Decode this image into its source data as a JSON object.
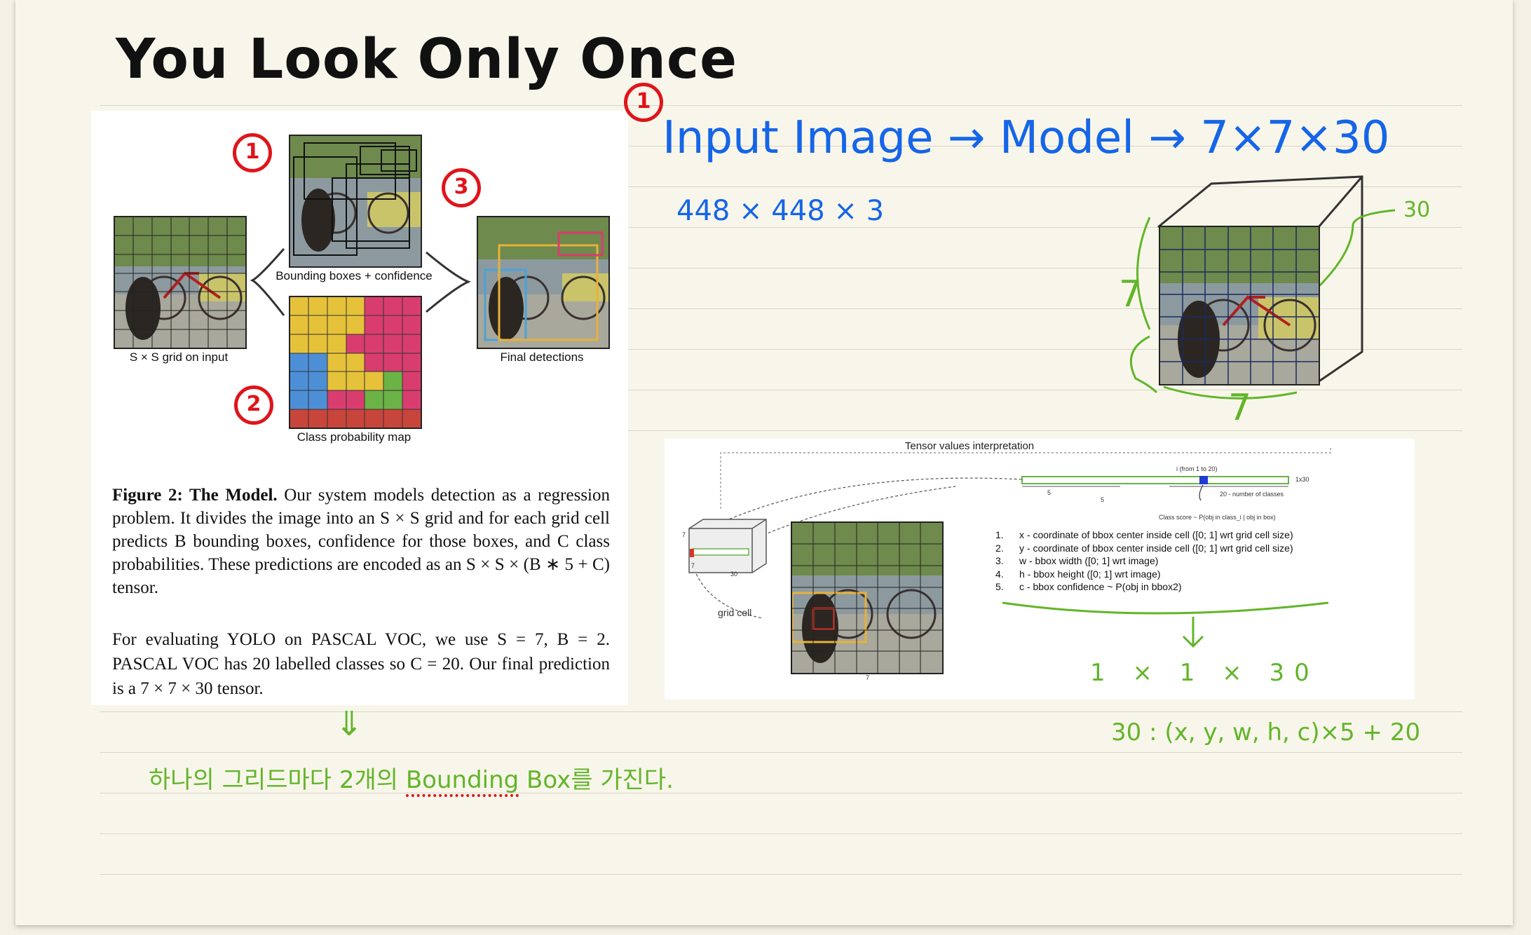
{
  "title": "You Look Only Once",
  "figure": {
    "grid_label": "S × S grid on input",
    "bbox_label": "Bounding boxes + confidence",
    "classprob_label": "Class probability map",
    "final_label": "Final detections",
    "caption_bold": "Figure 2: The Model.",
    "caption_text": " Our system models detection as a regression problem. It divides the image into an S × S grid and for each grid cell predicts B bounding boxes, confidence for those boxes, and C class probabilities. These predictions are encoded as an S × S × (B ∗ 5 + C) tensor.",
    "paragraph": "For evaluating YOLO on PASCAL VOC, we use S = 7, B = 2. PASCAL VOC has 20 labelled classes so C = 20. Our final prediction is a 7 × 7 × 30 tensor."
  },
  "annotations": {
    "circle_1": "1",
    "circle_2": "2",
    "circle_3": "3",
    "circle_top": "1",
    "pipeline": "Input Image → Model → 7×7×30",
    "input_size": "448 × 448 × 3",
    "depth_label": "30",
    "height_label": "7",
    "width_label": "7",
    "vector_label": "1 × 1 × 30",
    "formula": "30 : (x, y, w, h, c)×5 + 20",
    "korean_note_1": "하나의 그리드마다 2개의 ",
    "korean_note_word": "Bounding",
    "korean_note_2": " Box를 가진다.",
    "down_arrow": "⇓"
  },
  "tensor": {
    "title": "Tensor values interpretation",
    "index_label": "i (from 1 to 20)",
    "vector_size": "1x30",
    "mark_5a": "5",
    "mark_5b": "5",
    "num_classes": "20 - number of classes",
    "class_score": "Class score ~ P(obj in class_i | obj in box)",
    "cube_h": "7",
    "cube_w": "7",
    "cube_d": "30",
    "grid_cell": "grid cell",
    "img_w": "7",
    "items": [
      {
        "n": "1.",
        "t": "x - coordinate of bbox center inside cell ([0; 1] wrt grid cell size)"
      },
      {
        "n": "2.",
        "t": "y - coordinate of bbox center inside cell ([0; 1] wrt grid cell size)"
      },
      {
        "n": "3.",
        "t": "w - bbox width ([0; 1] wrt image)"
      },
      {
        "n": "4.",
        "t": "h - bbox height ([0; 1] wrt image)"
      },
      {
        "n": "5.",
        "t": "c - bbox confidence ~ P(obj in bbox2)"
      }
    ]
  },
  "colors": {
    "annotation_blue": "#1565e8",
    "annotation_green": "#62b52a",
    "annotation_red": "#e0141b"
  }
}
